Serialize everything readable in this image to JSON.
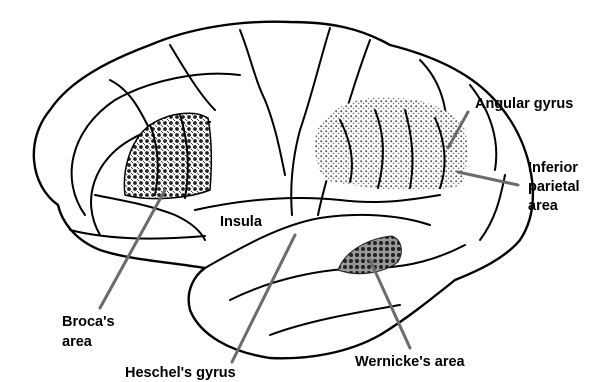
{
  "labels": {
    "angular_gyrus": "Angular gyrus",
    "inferior_parietal": [
      "Inferior",
      "parietal",
      "area"
    ],
    "insula": "Insula",
    "broca": [
      "Broca's",
      "area"
    ],
    "heschel": "Heschel's gyrus",
    "wernicke": "Wernicke's area"
  },
  "colors": {
    "line": "#000000",
    "leader": "#6b6b6b",
    "stipple": "#7a7a7a",
    "background": "#ffffff"
  }
}
